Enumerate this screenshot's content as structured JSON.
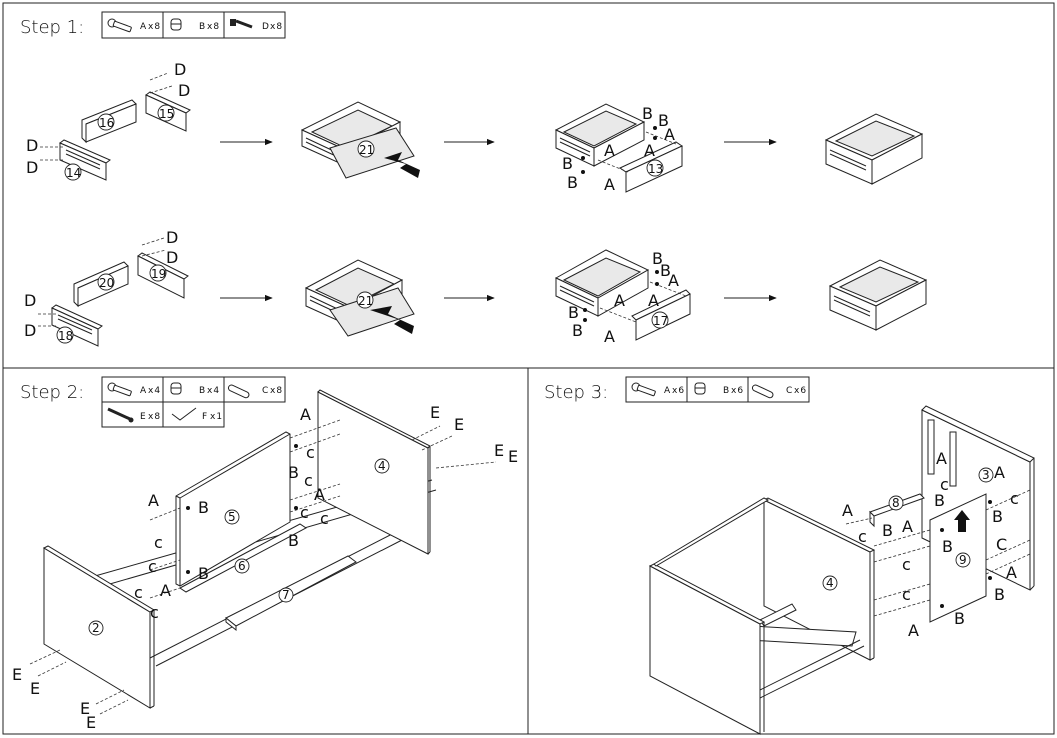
{
  "steps": [
    {
      "title": "Step 1:",
      "parts": [
        {
          "icon": "cam-bolt-icon",
          "code": "A",
          "count": "x8"
        },
        {
          "icon": "cam-lock-icon",
          "code": "B",
          "count": "x8"
        },
        {
          "icon": "screw-icon",
          "code": "D",
          "count": "x8"
        }
      ],
      "rows": [
        {
          "panels": [
            "16",
            "15",
            "14"
          ],
          "bottom": "21",
          "front": "13"
        },
        {
          "panels": [
            "20",
            "19",
            "18"
          ],
          "bottom": "21",
          "front": "17"
        }
      ]
    },
    {
      "title": "Step 2:",
      "parts": [
        {
          "icon": "cam-bolt-icon",
          "code": "A",
          "count": "x4"
        },
        {
          "icon": "cam-lock-icon",
          "code": "B",
          "count": "x4"
        },
        {
          "icon": "dowel-icon",
          "code": "C",
          "count": "x8"
        },
        {
          "icon": "long-screw-icon",
          "code": "E",
          "count": "x8"
        },
        {
          "icon": "bracket-icon",
          "code": "F",
          "count": "x1"
        }
      ],
      "panels": [
        "2",
        "5",
        "4",
        "6",
        "7"
      ]
    },
    {
      "title": "Step 3:",
      "parts": [
        {
          "icon": "cam-bolt-icon",
          "code": "A",
          "count": "x6"
        },
        {
          "icon": "cam-lock-icon",
          "code": "B",
          "count": "x6"
        },
        {
          "icon": "dowel-icon",
          "code": "C",
          "count": "x6"
        }
      ],
      "panels": [
        "4",
        "8",
        "3",
        "9"
      ]
    }
  ],
  "hardware_letters": {
    "a": "A",
    "b": "B",
    "c": "C",
    "c_lower": "c",
    "d": "D",
    "e": "E"
  }
}
